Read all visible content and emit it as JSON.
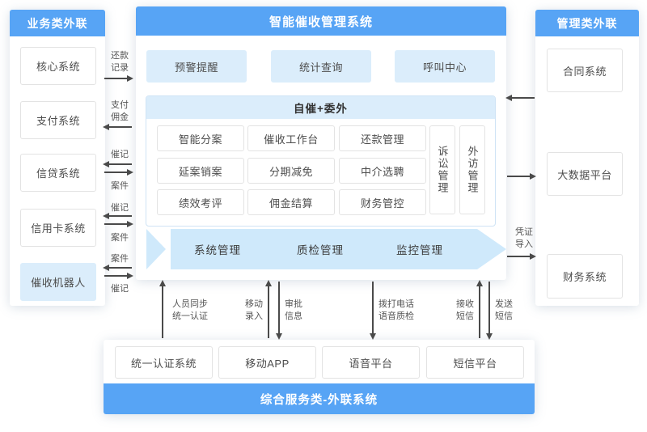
{
  "colors": {
    "header_blue": "#57a4f5",
    "module_light_blue": "#dbedfb",
    "banner_blue": "#cfe9fb",
    "node_border": "#e3e3e3",
    "arrow_gray": "#4a4a4a"
  },
  "left_panel": {
    "title": "业务类外联",
    "items": [
      "核心系统",
      "支付系统",
      "信贷系统",
      "信用卡系统",
      "催收机器人"
    ]
  },
  "center_panel": {
    "title": "智能催收管理系统",
    "top_modules": [
      "预警提醒",
      "统计查询",
      "呼叫中心"
    ],
    "section": {
      "title": "自催+委外",
      "modules": [
        "智能分案",
        "催收工作台",
        "还款管理",
        "延案销案",
        "分期减免",
        "中介选聘",
        "绩效考评",
        "佣金结算",
        "财务管控"
      ],
      "side_modules": [
        "诉讼管理",
        "外访管理"
      ]
    },
    "banner_modules": [
      "系统管理",
      "质检管理",
      "监控管理"
    ]
  },
  "right_panel": {
    "title": "管理类外联",
    "items": [
      "合同系统",
      "大数据平台",
      "财务系统"
    ]
  },
  "bottom_panel": {
    "title": "综合服务类-外联系统",
    "items": [
      "统一认证系统",
      "移动APP",
      "语音平台",
      "短信平台"
    ]
  },
  "link_labels": {
    "repayment_record": "还款\n记录",
    "pay_commission": "支付\n佣金",
    "credit_in": "催记",
    "credit_out": "案件",
    "card_in": "催记",
    "card_out": "案件",
    "robot_in": "案件",
    "robot_out": "催记",
    "voucher_import": "凭证\n导入",
    "personnel_sync": "人员同步\n统一认证",
    "mobile_entry": "移动\n录入",
    "approval_info": "审批\n信息",
    "call_voice_qc": "拨打电话\n语音质检",
    "receive_sms": "接收\n短信",
    "send_sms": "发送\n短信"
  }
}
